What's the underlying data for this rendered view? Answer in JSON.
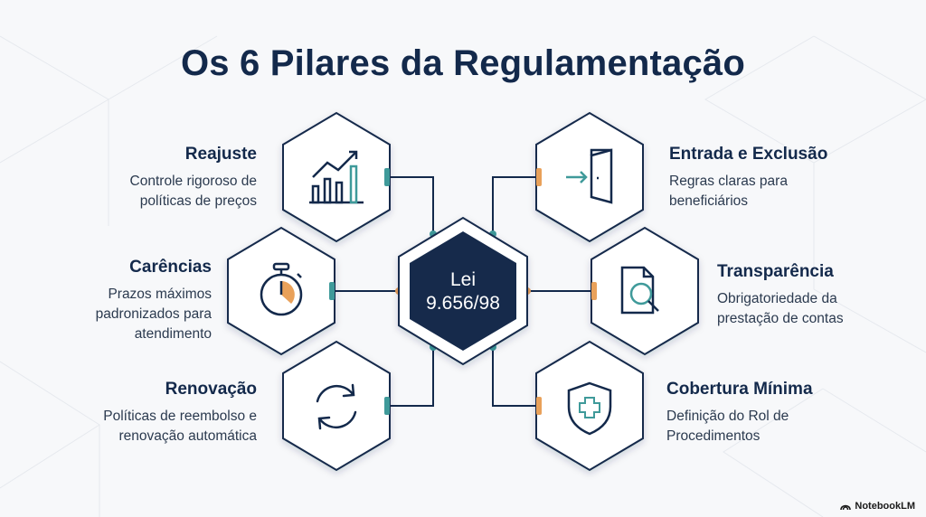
{
  "title": "Os 6 Pilares da Regulamentação",
  "center": {
    "line1": "Lei",
    "line2": "9.656/98"
  },
  "pillars": [
    {
      "title": "Reajuste",
      "desc": [
        "Controle rigoroso de",
        "políticas de preços"
      ],
      "icon": "bar-chart-trend-icon"
    },
    {
      "title": "Carências",
      "desc": [
        "Prazos máximos",
        "padronizados para",
        "atendimento"
      ],
      "icon": "stopwatch-icon"
    },
    {
      "title": "Renovação",
      "desc": [
        "Políticas de reembolso e",
        "renovação automática"
      ],
      "icon": "refresh-icon"
    },
    {
      "title": "Entrada e Exclusão",
      "desc": [
        "Regras claras para",
        "beneficiários"
      ],
      "icon": "door-enter-icon"
    },
    {
      "title": "Transparência",
      "desc": [
        "Obrigatoriedade da",
        "prestação de contas"
      ],
      "icon": "document-search-icon"
    },
    {
      "title": "Cobertura Mínima",
      "desc": [
        "Definição do Rol de",
        "Procedimentos"
      ],
      "icon": "shield-cross-icon"
    }
  ],
  "colors": {
    "navy": "#13294b",
    "teal": "#3f9a9a",
    "orange": "#e9a15a"
  },
  "watermark": "NotebookLM"
}
